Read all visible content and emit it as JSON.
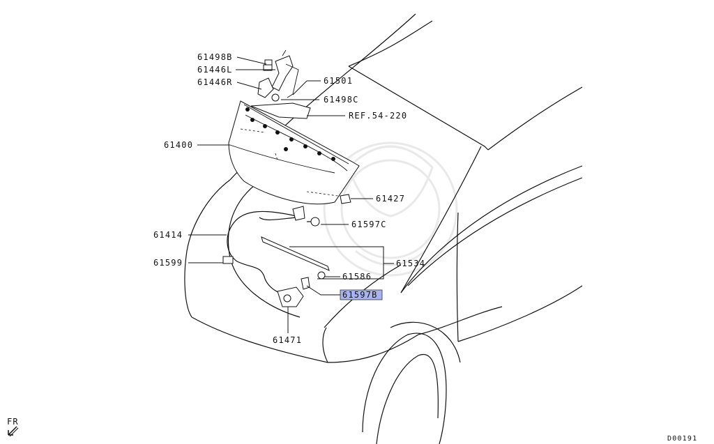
{
  "labels": {
    "p61498B": "61498B",
    "p61446L": "61446L",
    "p61446R": "61446R",
    "p61501": "61501",
    "p61498C": "61498C",
    "ref": "REF.54-220",
    "p61400": "61400",
    "p61427": "61427",
    "p61597C": "61597C",
    "p61414": "61414",
    "p61599": "61599",
    "p61534": "61534",
    "p61586": "61586",
    "p61597B": "61597B",
    "p61471": "61471"
  },
  "highlight_color": "#a9b3f0",
  "direction_marker": {
    "text": "FR",
    "icon": "arrow-down-left-icon"
  },
  "diagram_code": "D00191"
}
